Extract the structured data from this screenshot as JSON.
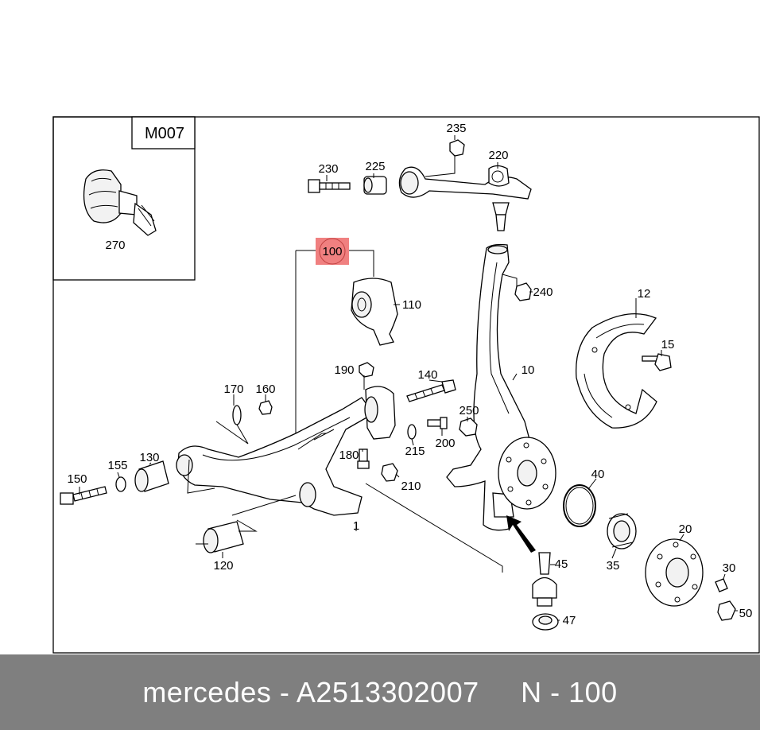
{
  "inset": {
    "label": "M007"
  },
  "callouts": [
    {
      "id": "270",
      "text": "270"
    },
    {
      "id": "235",
      "text": "235"
    },
    {
      "id": "230",
      "text": "230"
    },
    {
      "id": "225",
      "text": "225"
    },
    {
      "id": "220",
      "text": "220"
    },
    {
      "id": "100",
      "text": "100"
    },
    {
      "id": "110",
      "text": "110"
    },
    {
      "id": "240",
      "text": "240"
    },
    {
      "id": "12",
      "text": "12"
    },
    {
      "id": "15",
      "text": "15"
    },
    {
      "id": "10",
      "text": "10"
    },
    {
      "id": "190",
      "text": "190"
    },
    {
      "id": "140",
      "text": "140"
    },
    {
      "id": "170",
      "text": "170"
    },
    {
      "id": "160",
      "text": "160"
    },
    {
      "id": "250",
      "text": "250"
    },
    {
      "id": "200",
      "text": "200"
    },
    {
      "id": "215",
      "text": "215"
    },
    {
      "id": "180",
      "text": "180"
    },
    {
      "id": "210",
      "text": "210"
    },
    {
      "id": "150",
      "text": "150"
    },
    {
      "id": "155",
      "text": "155"
    },
    {
      "id": "130",
      "text": "130"
    },
    {
      "id": "40",
      "text": "40"
    },
    {
      "id": "20",
      "text": "20"
    },
    {
      "id": "35",
      "text": "35"
    },
    {
      "id": "30",
      "text": "30"
    },
    {
      "id": "50",
      "text": "50"
    },
    {
      "id": "45",
      "text": "45"
    },
    {
      "id": "47",
      "text": "47"
    },
    {
      "id": "120",
      "text": "120"
    },
    {
      "id": "1",
      "text": "1"
    }
  ],
  "highlight": {
    "id": "100",
    "color": "#f08080"
  },
  "footer": {
    "text": "mercedes - A2513302007     N - 100"
  }
}
